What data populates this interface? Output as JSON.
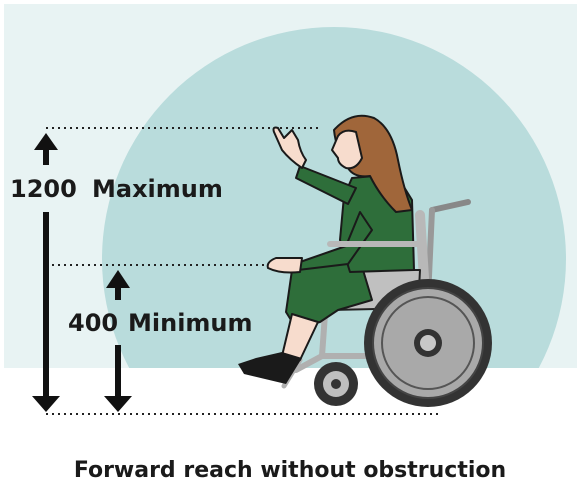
{
  "diagram": {
    "max_value": "1200",
    "max_label": "Maximum",
    "min_value": "400",
    "min_label": "Minimum",
    "caption": "Forward reach without obstruction"
  },
  "colors": {
    "background_panel": "#e8f3f3",
    "reach_circle": "#b9dcdc",
    "floor": "#ffffff",
    "dress": "#2e6e3a",
    "hair": "#a0663a",
    "skin": "#f7dccd",
    "wheel_tire": "#333333",
    "wheel_rim": "#a9a9a9",
    "frame": "#b8b8b8",
    "arrow": "#111111"
  },
  "icons": [
    "wheelchair-user-figure",
    "up-arrow",
    "down-arrow"
  ]
}
